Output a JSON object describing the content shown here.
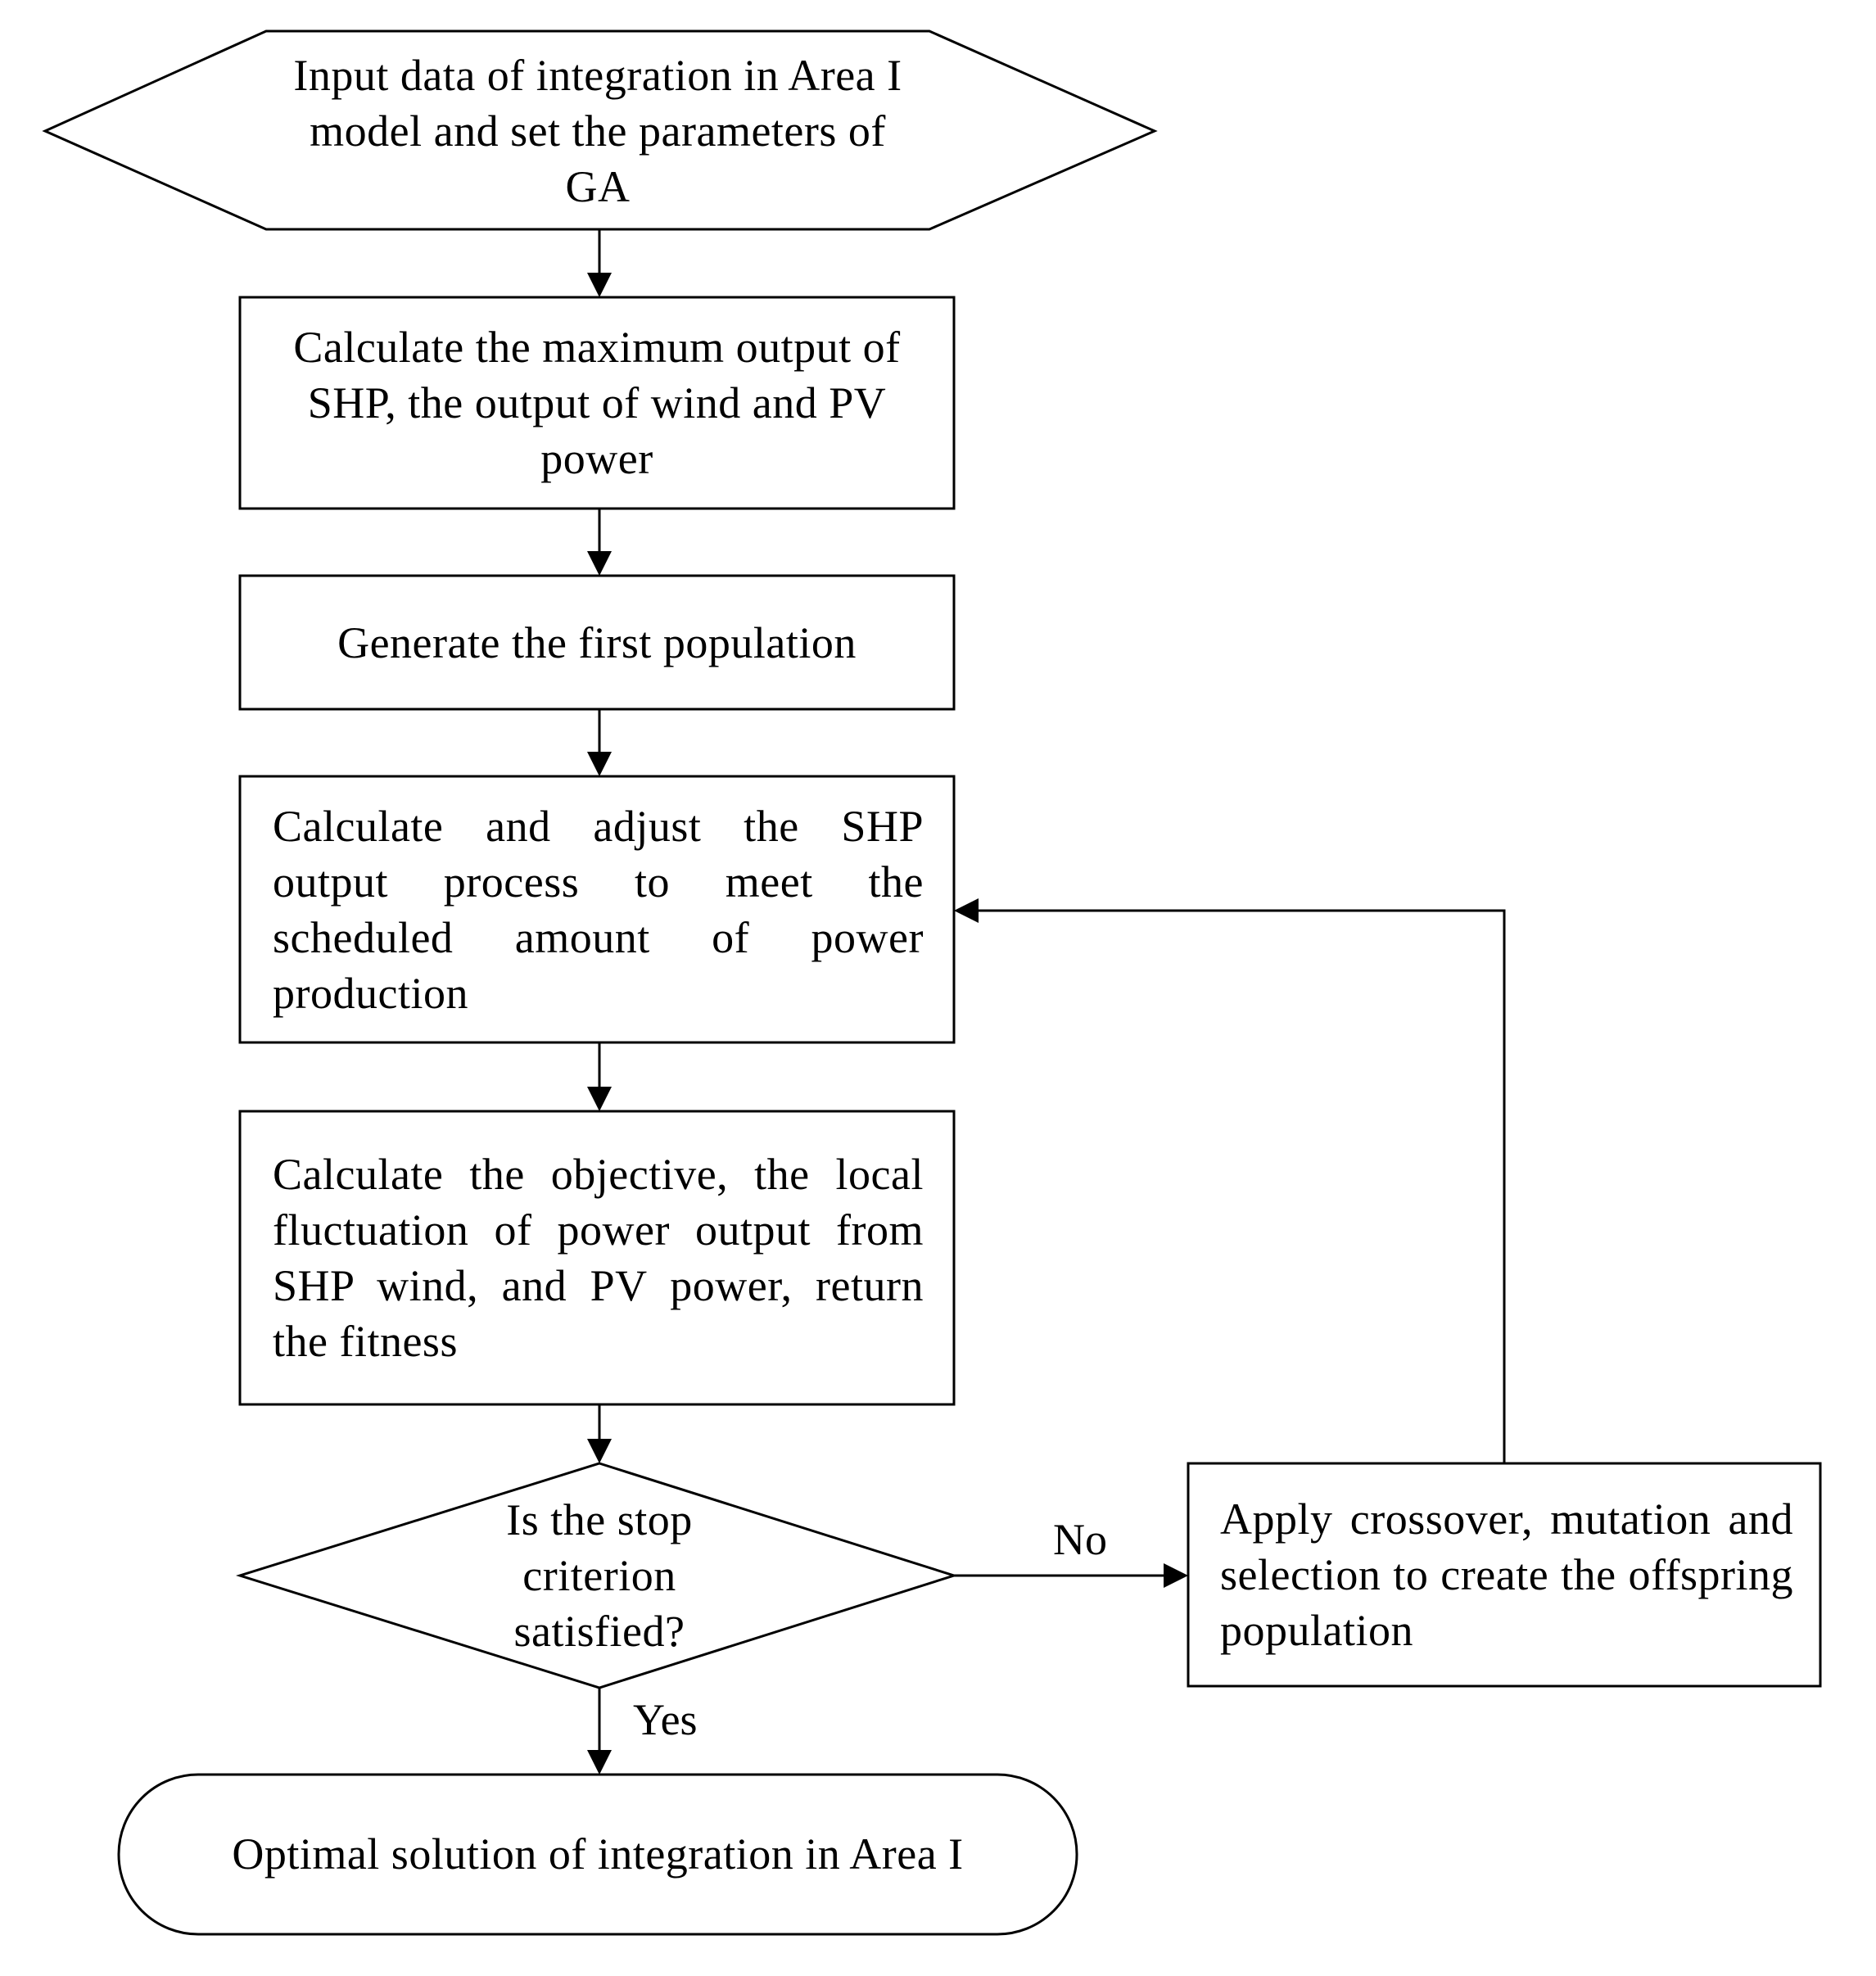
{
  "nodes": {
    "input": {
      "text": "Input data of integration in Area I model and set the parameters of GA"
    },
    "calc_max": {
      "text": "Calculate the maximum output of SHP, the output of wind and PV power"
    },
    "gen_pop": {
      "text": "Generate the first population"
    },
    "adjust": {
      "text": "Calculate and adjust the SHP output process to meet the scheduled amount of power production"
    },
    "objective": {
      "text": "Calculate the objective, the local fluctuation of power output from SHP wind, and PV power, return the fitness"
    },
    "decision": {
      "text": "Is the stop criterion satisfied?"
    },
    "crossover": {
      "text": "Apply crossover, mutation and selection to create the offspring population"
    },
    "optimal": {
      "text": "Optimal solution of integration in Area I"
    }
  },
  "edges": {
    "no_label": "No",
    "yes_label": "Yes"
  },
  "colors": {
    "stroke": "#000000",
    "background": "#ffffff"
  }
}
